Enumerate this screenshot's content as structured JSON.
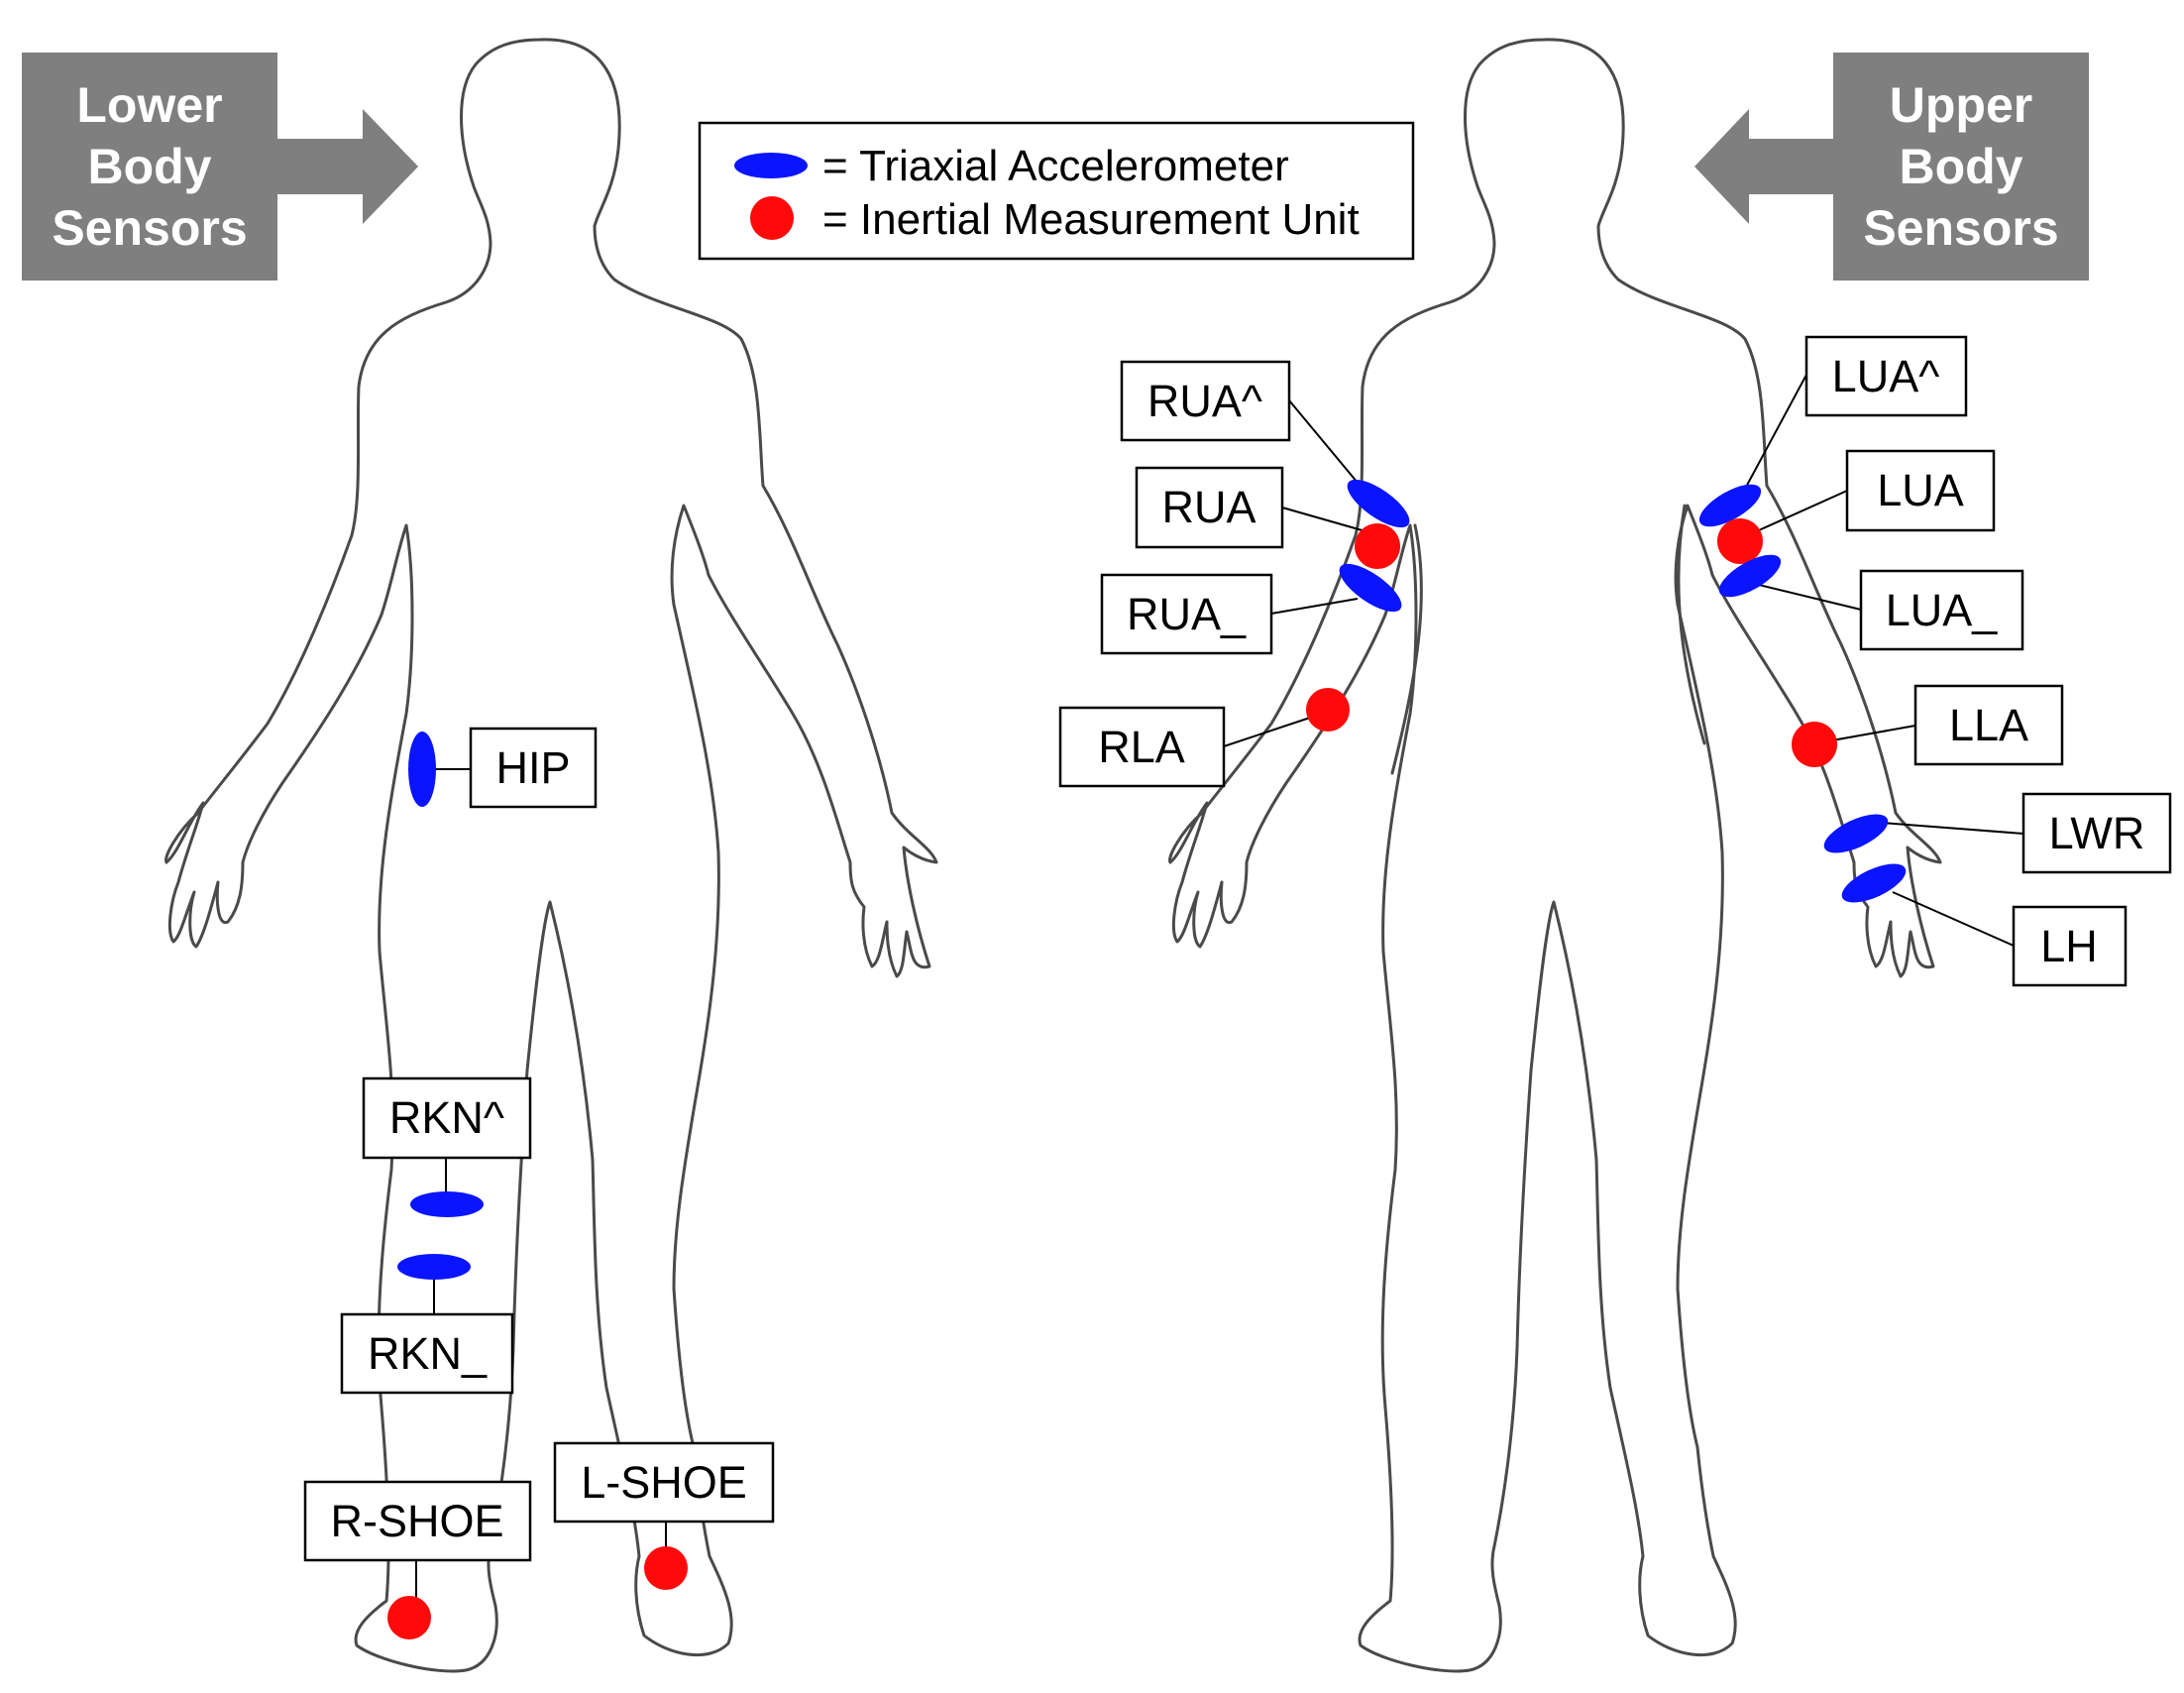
{
  "banners": {
    "lower": [
      "Lower",
      "Body",
      "Sensors"
    ],
    "upper": [
      "Upper",
      "Body",
      "Sensors"
    ]
  },
  "legend": {
    "accelerometer": "= Triaxial Accelerometer",
    "imu": "= Inertial Measurement Unit"
  },
  "colors": {
    "accelerometer": "#0a14ff",
    "imu": "#ff0a0a",
    "banner": "#7f7f7f"
  },
  "sensors": {
    "hip": "HIP",
    "rkn_upper": "RKN^",
    "rkn_lower": "RKN_",
    "r_shoe": "R-SHOE",
    "l_shoe": "L-SHOE",
    "rua_upper": "RUA^",
    "rua": "RUA",
    "rua_lower": "RUA_",
    "rla": "RLA",
    "lua_upper": "LUA^",
    "lua": "LUA",
    "lua_lower": "LUA_",
    "lla": "LLA",
    "lwr": "LWR",
    "lh": "LH"
  }
}
